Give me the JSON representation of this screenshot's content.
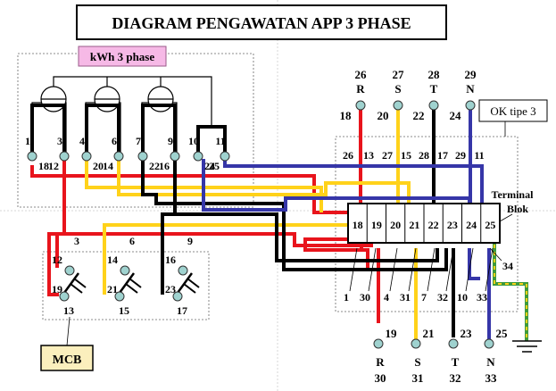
{
  "title": "DIAGRAM PENGAWATAN APP 3 PHASE",
  "labels": {
    "kwh": "kWh 3 phase",
    "ok": "OK tipe 3",
    "terminal_line1": "Terminal",
    "terminal_line2": "Blok",
    "mcb": "MCB"
  },
  "colors": {
    "red": "#e8141c",
    "yellow": "#ffd21a",
    "black": "#000000",
    "blue": "#3636a8",
    "kwh_label_bg": "#f6b9e6",
    "ok_label_bg": "#ffffff",
    "mcb_label_bg": "#fbefbd",
    "node_fill": "#9fd2cf",
    "ground": "#3d9a3d"
  },
  "kwh_terminals": [
    "1",
    "3",
    "4",
    "6",
    "7",
    "9",
    "10",
    "11"
  ],
  "kwh_wires": [
    "18",
    "12",
    "20",
    "14",
    "22",
    "16",
    "24",
    "25"
  ],
  "top_phases": [
    {
      "num": "26",
      "name": "R",
      "wire": "18"
    },
    {
      "num": "27",
      "name": "S",
      "wire": "20"
    },
    {
      "num": "28",
      "name": "T",
      "wire": "22"
    },
    {
      "num": "29",
      "name": "N",
      "wire": "24"
    }
  ],
  "ok_top_numbers": [
    "26",
    "13",
    "27",
    "15",
    "28",
    "17",
    "29",
    "11"
  ],
  "terminal_block": [
    "18",
    "19",
    "20",
    "21",
    "22",
    "23",
    "24",
    "25"
  ],
  "ok_bottom_numbers": [
    "1",
    "30",
    "4",
    "31",
    "7",
    "32",
    "10",
    "33"
  ],
  "ground_label": "34",
  "bottom_phases": [
    {
      "wire": "19",
      "name": "R",
      "num": "30"
    },
    {
      "wire": "21",
      "name": "S",
      "num": "31"
    },
    {
      "wire": "23",
      "name": "T",
      "num": "32"
    },
    {
      "wire": "25",
      "name": "N",
      "num": "33"
    }
  ],
  "mcb_inputs": [
    "3",
    "6",
    "9"
  ],
  "mcb_top": [
    "12",
    "14",
    "16"
  ],
  "mcb_mid": [
    "19",
    "21",
    "23"
  ],
  "mcb_bottom": [
    "13",
    "15",
    "17"
  ]
}
